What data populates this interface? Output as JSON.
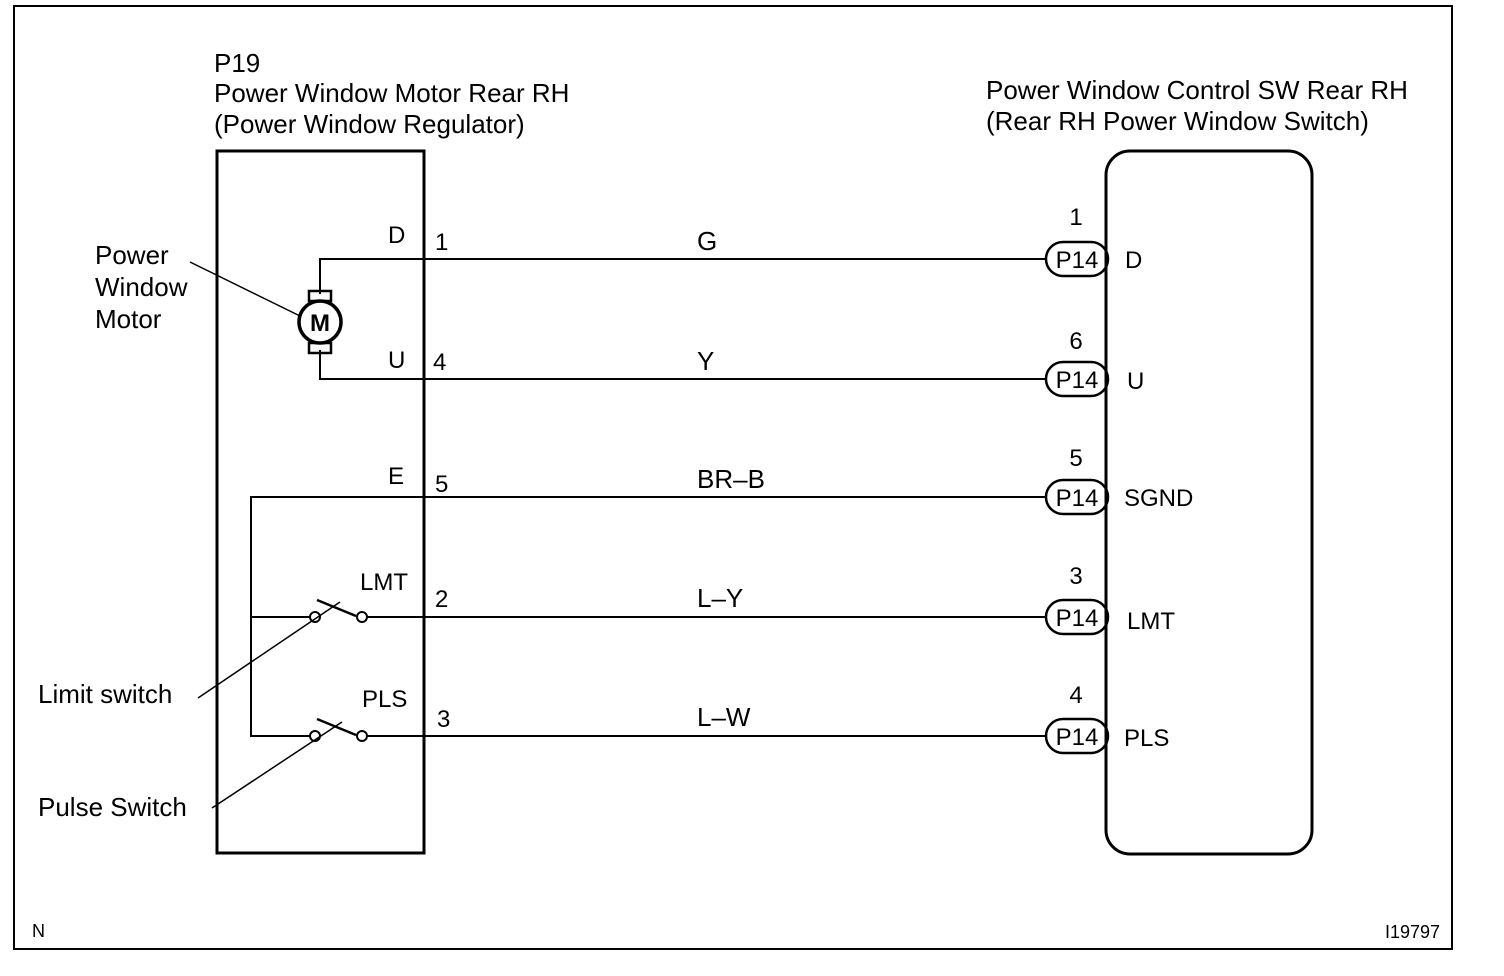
{
  "motor_unit": {
    "connector_id": "P19",
    "name": "Power Window Motor Rear RH",
    "alt_name": "(Power Window Regulator)",
    "terminals": [
      {
        "name": "D",
        "pin": "1"
      },
      {
        "name": "U",
        "pin": "4"
      },
      {
        "name": "E",
        "pin": "5"
      },
      {
        "name": "LMT",
        "pin": "2"
      },
      {
        "name": "PLS",
        "pin": "3"
      }
    ]
  },
  "control_switch": {
    "name": "Power Window Control SW Rear RH",
    "alt_name": "(Rear RH Power Window Switch)",
    "connector_id": "P14",
    "terminals": [
      {
        "name": "D",
        "pin": "1"
      },
      {
        "name": "U",
        "pin": "6"
      },
      {
        "name": "SGND",
        "pin": "5"
      },
      {
        "name": "LMT",
        "pin": "3"
      },
      {
        "name": "PLS",
        "pin": "4"
      }
    ]
  },
  "wires": [
    {
      "color_code": "G"
    },
    {
      "color_code": "Y"
    },
    {
      "color_code": "BR–B"
    },
    {
      "color_code": "L–Y"
    },
    {
      "color_code": "L–W"
    }
  ],
  "callouts": {
    "motor": [
      "Power",
      "Window",
      "Motor"
    ],
    "limit_switch": "Limit switch",
    "pulse_switch": "Pulse Switch"
  },
  "motor_symbol": "M",
  "corner_mark": "N",
  "figure_id": "I19797",
  "colors": {
    "line": "#000000",
    "background": "#ffffff"
  }
}
